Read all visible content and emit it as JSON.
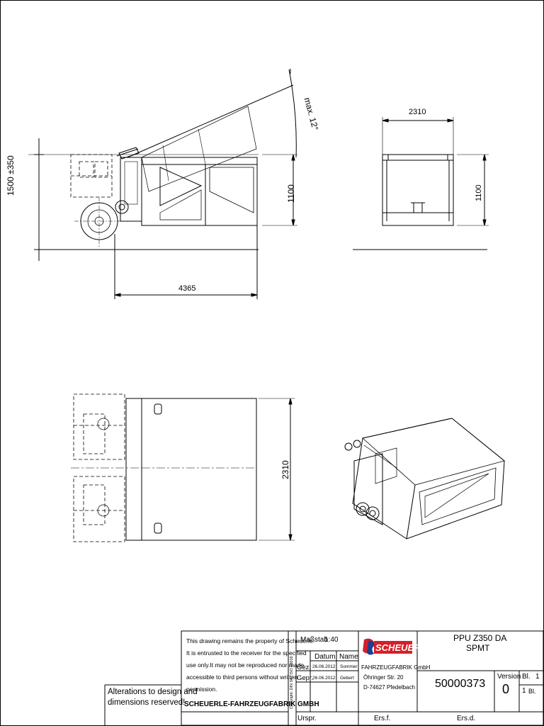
{
  "dimensions": {
    "side_height": "1500 ±350",
    "side_length": "4365",
    "side_box_height": "1100",
    "tilt": "max. 12°",
    "end_width": "2310",
    "end_height": "1100",
    "plan_width": "2310"
  },
  "notice": {
    "text_lines": [
      "This drawing remains the property of Scheuerle.",
      "It is entrusted to the receiver for the specified",
      "use only.It may not be reproduced nor made",
      "accessible to third persons without written",
      "permission."
    ],
    "company": "SCHEUERLE-FAHRZEUGFABRIK GMBH"
  },
  "alterations": {
    "line1": "Alterations to design and",
    "line2": "dimensions reserved!"
  },
  "copyright": "Copyright: DIN 34 / ISO 16016",
  "title_block": {
    "scale_label": "Maßstab",
    "scale_value": "1:40",
    "datum_header": "Datum",
    "name_header": "Name",
    "gez_label": "Gez.",
    "gez_date": "26.06.2012",
    "gez_name": "Sommer",
    "gepr_label": "Gepr.",
    "gepr_date": "26.06.2012",
    "gepr_name": "Gebert",
    "logo_text": "SCHEUERLE",
    "address_1": "FAHRZEUGFABRIK GmbH",
    "address_2": "Öhringer Str. 20",
    "address_3": "D-74627 Pfedelbach",
    "title_1": "PPU Z350 DA",
    "title_2": "SPMT",
    "drawing_number": "50000373",
    "version_label": "Version",
    "version_value": "0",
    "sheet_label": "Bl.",
    "sheet_value": "1",
    "sheet_total": "1",
    "sheet_total_label": "Bl.",
    "urspr": "Urspr.",
    "ers_f": "Ers.f.",
    "ers_d": "Ers.d."
  },
  "colors": {
    "ink": "#000000",
    "logo_red": "#d4202a",
    "logo_blue": "#1f3f8f"
  }
}
